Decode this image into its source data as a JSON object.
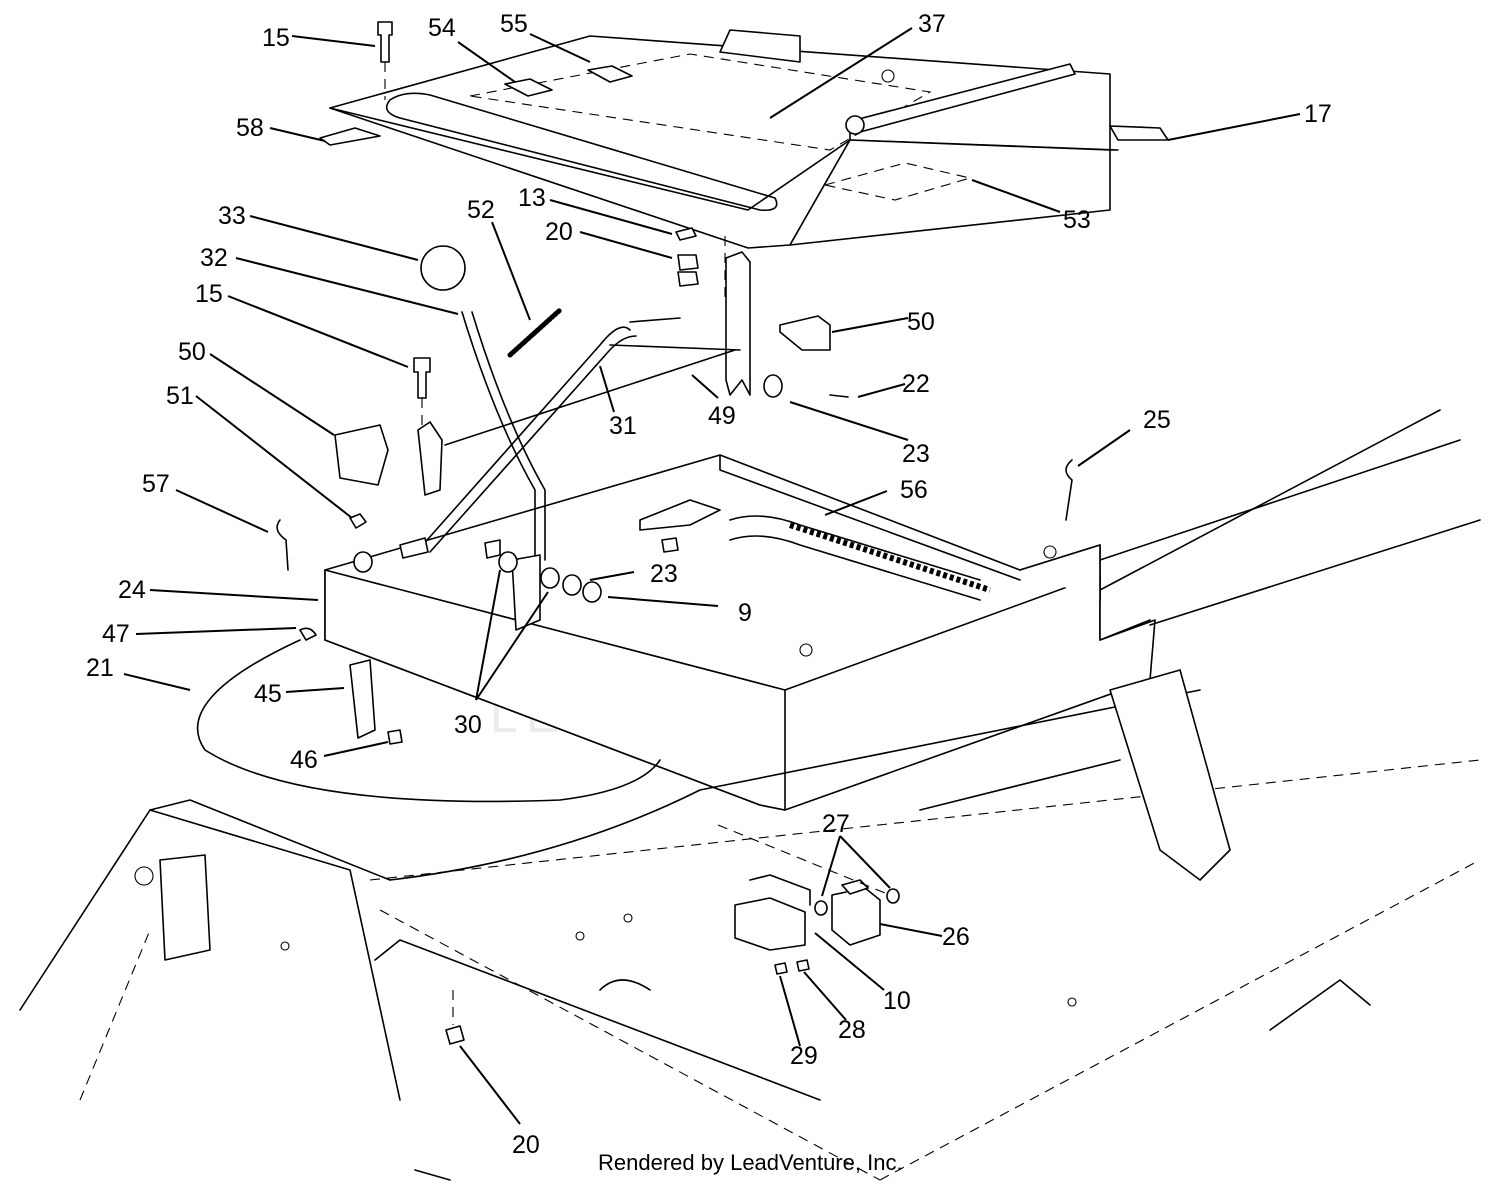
{
  "watermark": {
    "text": "LEADVENTURE"
  },
  "footer": {
    "text": "Rendered by LeadVenture, Inc."
  },
  "callouts": [
    {
      "id": "c15a",
      "label": "15"
    },
    {
      "id": "c54",
      "label": "54"
    },
    {
      "id": "c55",
      "label": "55"
    },
    {
      "id": "c37",
      "label": "37"
    },
    {
      "id": "c58",
      "label": "58"
    },
    {
      "id": "c17",
      "label": "17"
    },
    {
      "id": "c53",
      "label": "53"
    },
    {
      "id": "c13",
      "label": "13"
    },
    {
      "id": "c20a",
      "label": "20"
    },
    {
      "id": "c33",
      "label": "33"
    },
    {
      "id": "c52",
      "label": "52"
    },
    {
      "id": "c32",
      "label": "32"
    },
    {
      "id": "c15b",
      "label": "15"
    },
    {
      "id": "c50a",
      "label": "50"
    },
    {
      "id": "c50b",
      "label": "50"
    },
    {
      "id": "c51",
      "label": "51"
    },
    {
      "id": "c31",
      "label": "31"
    },
    {
      "id": "c49",
      "label": "49"
    },
    {
      "id": "c22",
      "label": "22"
    },
    {
      "id": "c23a",
      "label": "23"
    },
    {
      "id": "c25",
      "label": "25"
    },
    {
      "id": "c57",
      "label": "57"
    },
    {
      "id": "c56",
      "label": "56"
    },
    {
      "id": "c24",
      "label": "24"
    },
    {
      "id": "c23b",
      "label": "23"
    },
    {
      "id": "c9",
      "label": "9"
    },
    {
      "id": "c47",
      "label": "47"
    },
    {
      "id": "c21",
      "label": "21"
    },
    {
      "id": "c45",
      "label": "45"
    },
    {
      "id": "c30",
      "label": "30"
    },
    {
      "id": "c46",
      "label": "46"
    },
    {
      "id": "c27",
      "label": "27"
    },
    {
      "id": "c26",
      "label": "26"
    },
    {
      "id": "c10",
      "label": "10"
    },
    {
      "id": "c28",
      "label": "28"
    },
    {
      "id": "c29",
      "label": "29"
    },
    {
      "id": "c20b",
      "label": "20"
    }
  ]
}
